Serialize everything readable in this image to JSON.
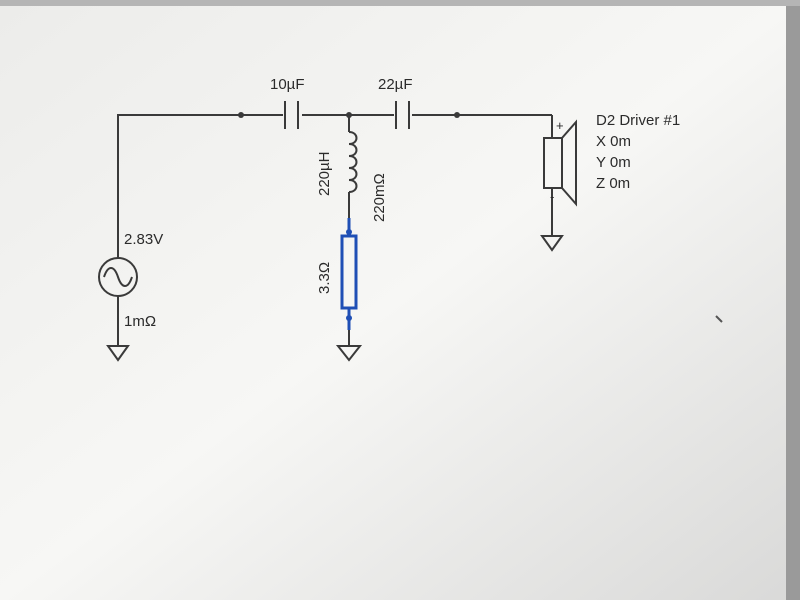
{
  "source": {
    "voltage": "2.83V",
    "resistance": "1mΩ"
  },
  "capacitors": {
    "c1": "10µF",
    "c2": "22µF"
  },
  "inductor": {
    "inductance": "220µH",
    "resistance": "220mΩ"
  },
  "resistor": {
    "value": "3.3Ω"
  },
  "driver": {
    "name": "D2 Driver #1",
    "x": "X 0m",
    "y": "Y 0m",
    "z": "Z 0m",
    "plus": "+",
    "minus": "-"
  },
  "colors": {
    "background": "#f7f7f5",
    "wire": "#3a3a3a",
    "component_highlight": "#1f4fb5"
  }
}
